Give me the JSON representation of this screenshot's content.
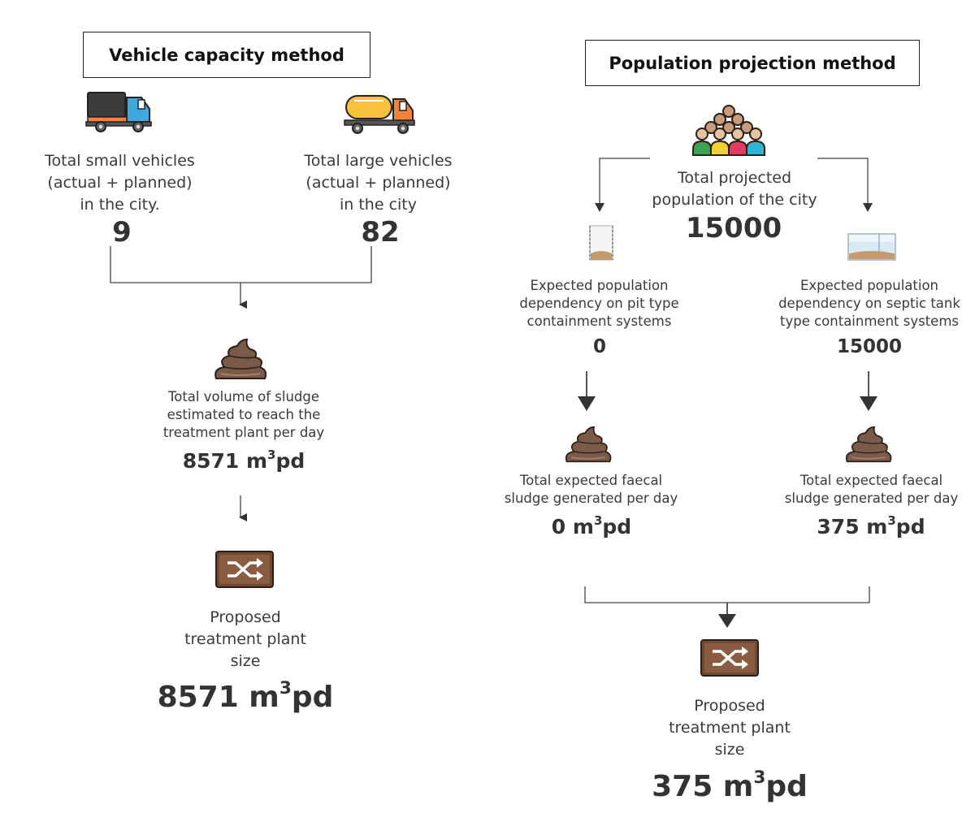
{
  "vehicle": {
    "title": "Vehicle capacity method",
    "small_label_l1": "Total small vehicles",
    "small_label_l2": "(actual + planned)",
    "small_label_l3": "in the city.",
    "small_value": "9",
    "large_label_l1": "Total large vehicles",
    "large_label_l2": "(actual + planned)",
    "large_label_l3": "in the city",
    "large_value": "82",
    "sludge_l1": "Total volume of sludge",
    "sludge_l2": "estimated to reach the",
    "sludge_l3": "treatment plant per day",
    "sludge_value": "8571 m",
    "sludge_unit_sup": "3",
    "sludge_unit_tail": "pd",
    "plant_l1": "Proposed",
    "plant_l2": "treatment plant",
    "plant_l3": "size",
    "plant_value": "8571 m",
    "plant_unit_sup": "3",
    "plant_unit_tail": "pd"
  },
  "population": {
    "title": "Population projection method",
    "total_l1": "Total projected",
    "total_l2": "population of the city",
    "total_value": "15000",
    "pit_l1": "Expected population",
    "pit_l2": "dependency on pit type",
    "pit_l3": "containment systems",
    "pit_value": "0",
    "septic_l1": "Expected population",
    "septic_l2": "dependency on septic tank",
    "septic_l3": "type containment systems",
    "septic_value": "15000",
    "pit_faecal_l1": "Total expected faecal",
    "pit_faecal_l2": "sludge generated per day",
    "pit_faecal_value": "0 m",
    "pit_faecal_sup": "3",
    "pit_faecal_tail": "pd",
    "septic_faecal_l1": "Total expected faecal",
    "septic_faecal_l2": "sludge generated per day",
    "septic_faecal_value": "375 m",
    "septic_faecal_sup": "3",
    "septic_faecal_tail": "pd",
    "plant_l1": "Proposed",
    "plant_l2": "treatment plant",
    "plant_l3": "size",
    "plant_value": "375 m",
    "plant_unit_sup": "3",
    "plant_unit_tail": "pd"
  },
  "icons": {
    "small_truck": "small-truck-icon",
    "tanker_truck": "tanker-truck-icon",
    "sludge": "sludge-pile-icon",
    "treatment_plant": "shuffle-plant-icon",
    "crowd": "crowd-icon",
    "pit": "pit-container-icon",
    "septic": "septic-tank-icon"
  },
  "colors": {
    "sludge_brown": "#7a5a48",
    "plant_brown": "#6e4a35",
    "tanker_yellow": "#f7c23c",
    "truck_blue": "#3fa9dd",
    "truck_orange": "#f3823a"
  }
}
